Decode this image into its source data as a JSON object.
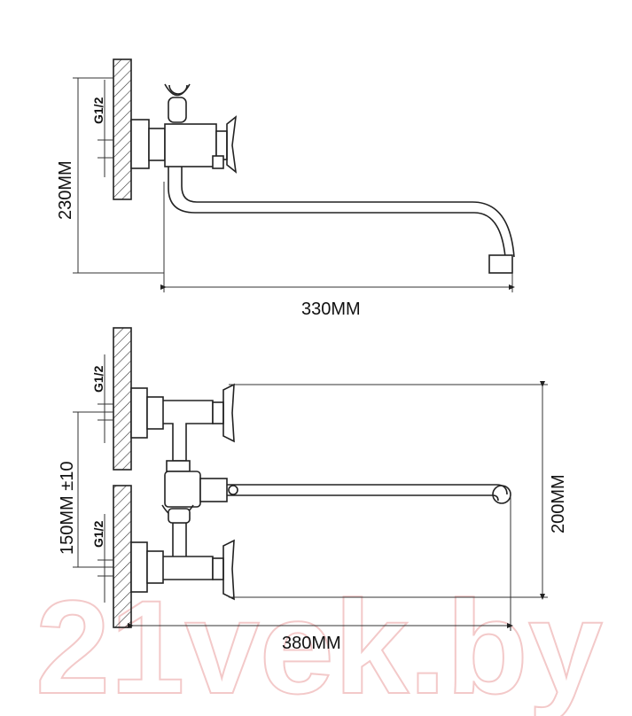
{
  "top_view": {
    "height_dim": "230MM",
    "length_dim": "330MM",
    "thread": "G1/2"
  },
  "bottom_view": {
    "spacing_dim": "150MM ±10",
    "length_dim": "380MM",
    "height_dim": "200MM",
    "thread_upper": "G1/2",
    "thread_lower": "G1/2"
  },
  "watermark": "21vek.by",
  "colors": {
    "line": "#222222",
    "watermark": "#f3c9c9"
  }
}
